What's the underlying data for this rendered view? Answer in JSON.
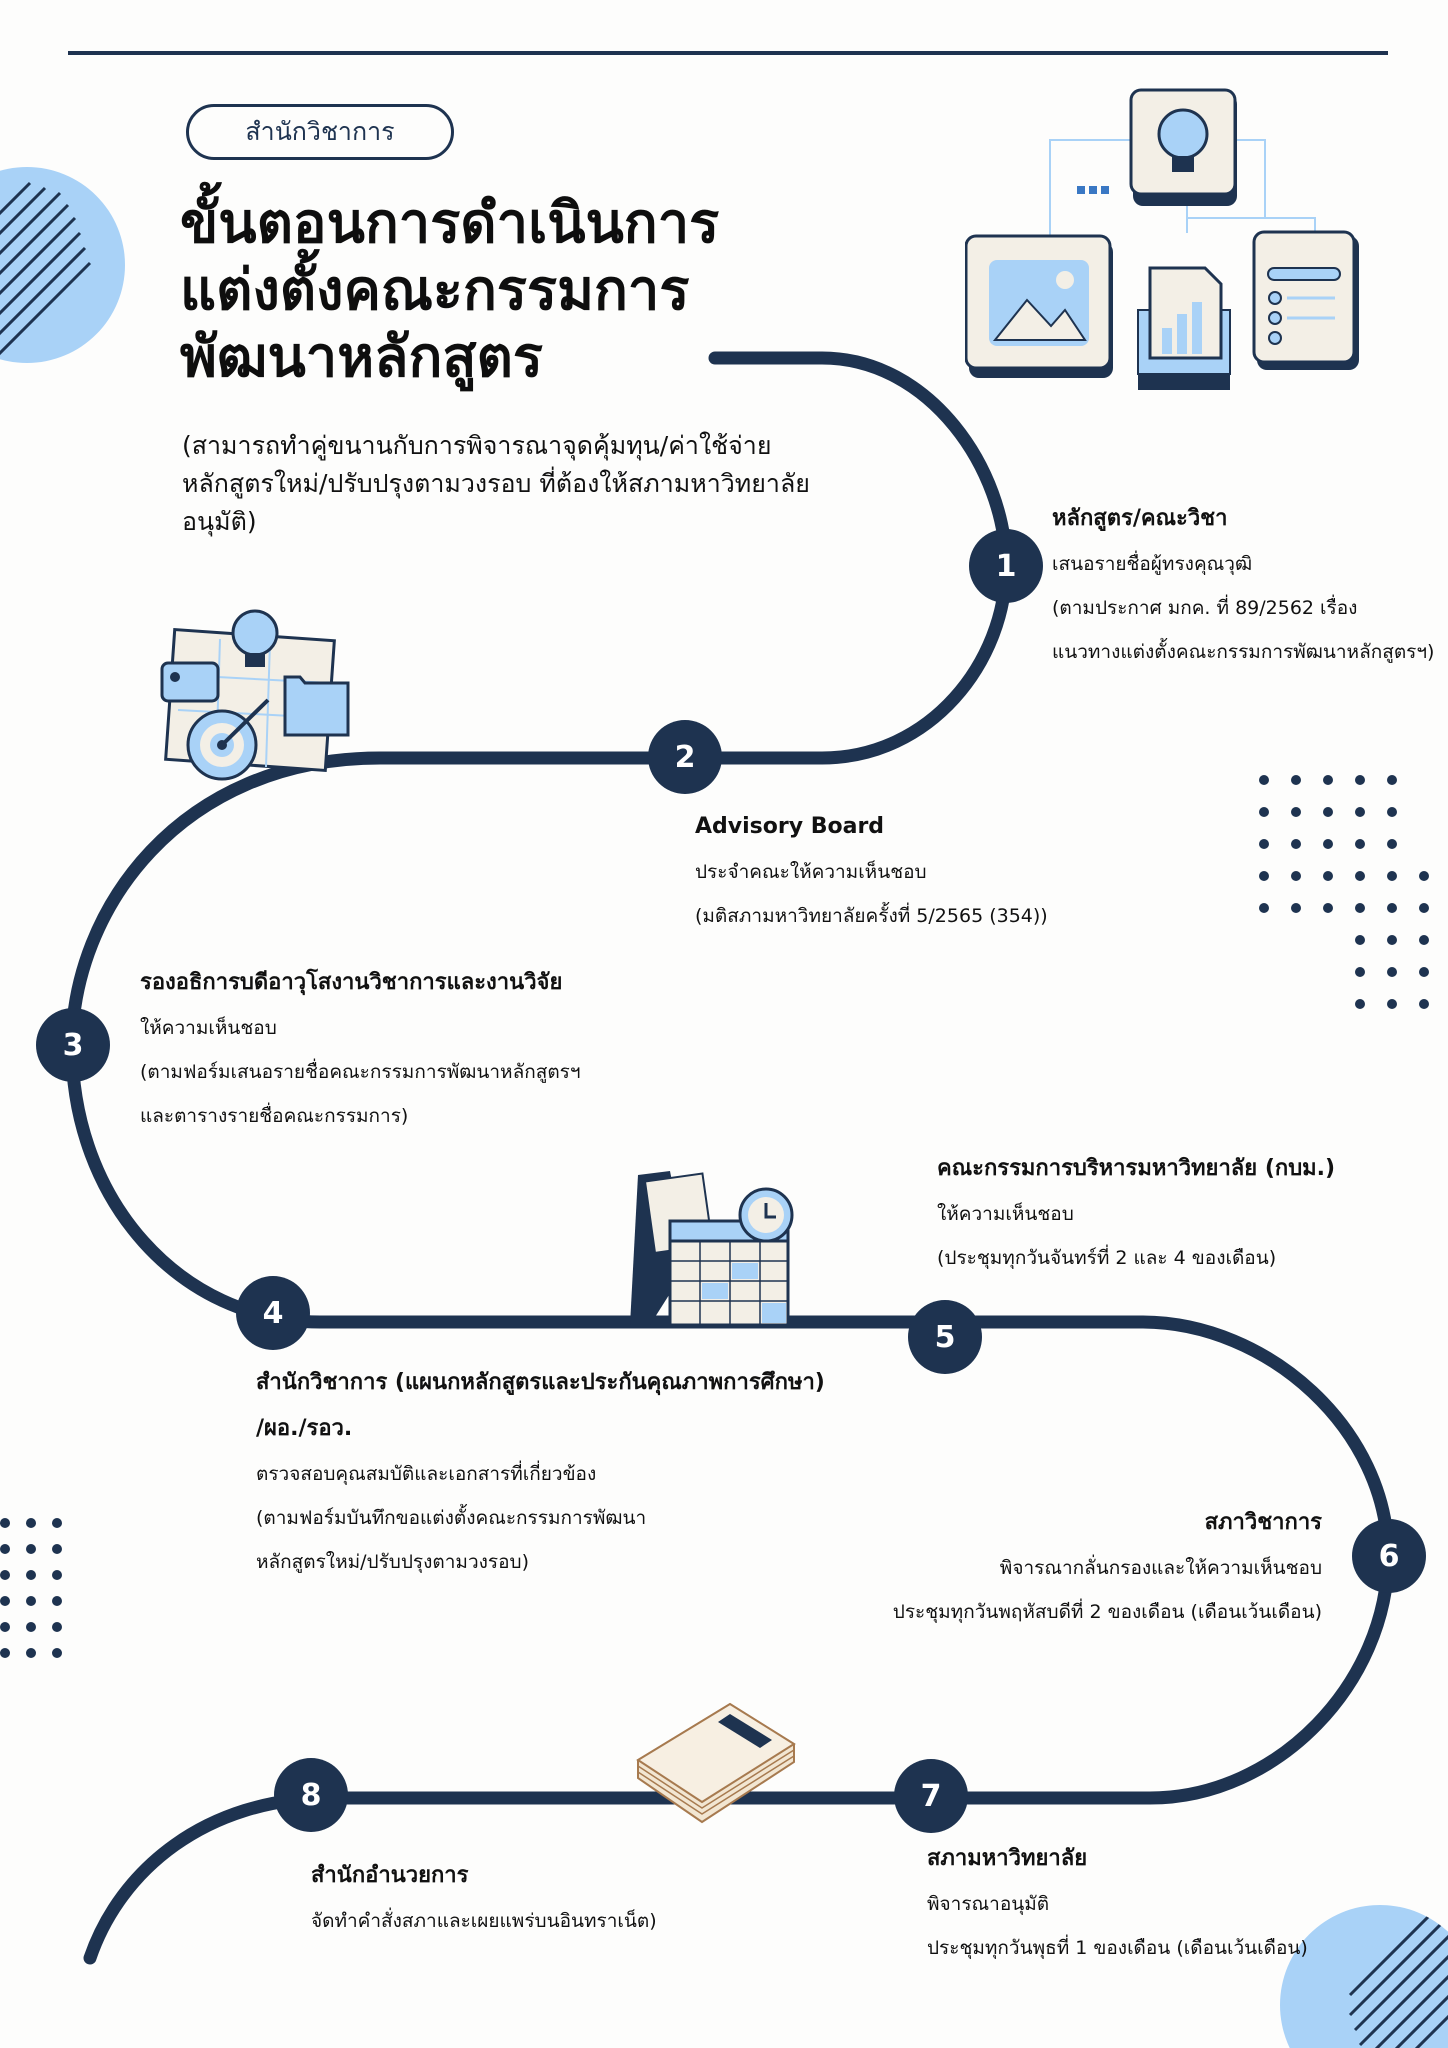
{
  "header": {
    "badge": "สำนักวิชาการ",
    "title": "ขั้นตอนการดำเนินการ\nแต่งตั้งคณะกรรมการ\nพัฒนาหลักสูตร",
    "subtitle": "(สามารถทำคู่ขนานกับการพิจารณาจุดคุ้มทุน/ค่าใช้จ่ายหลักสูตรใหม่/ปรับปรุงตามวงรอบ ที่ต้องให้สภามหาวิทยาลัยอนุมัติ)"
  },
  "steps": [
    {
      "number": "1",
      "title": "หลักสูตร/คณะวิชา",
      "lines": [
        "เสนอรายชื่อผู้ทรงคุณวุฒิ",
        "(ตามประกาศ มกค. ที่ 89/2562 เรื่อง",
        "แนวทางแต่งตั้งคณะกรรมการพัฒนาหลักสูตรฯ)"
      ]
    },
    {
      "number": "2",
      "title": "Advisory Board",
      "lines": [
        "ประจำคณะให้ความเห็นชอบ",
        "(มติสภามหาวิทยาลัยครั้งที่ 5/2565 (354))"
      ]
    },
    {
      "number": "3",
      "title": "รองอธิการบดีอาวุโสงานวิชาการและงานวิจัย",
      "lines": [
        "ให้ความเห็นชอบ",
        "(ตามฟอร์มเสนอรายชื่อคณะกรรมการพัฒนาหลักสูตรฯ",
        "และตารางรายชื่อคณะกรรมการ)"
      ]
    },
    {
      "number": "4",
      "title": "สำนักวิชาการ (แผนกหลักสูตรและประกันคุณภาพการศึกษา)",
      "title2": "/ผอ./รอว.",
      "lines": [
        "ตรวจสอบคุณสมบัติและเอกสารที่เกี่ยวข้อง",
        "(ตามฟอร์มบันทึกขอแต่งตั้งคณะกรรมการพัฒนา",
        "หลักสูตรใหม่/ปรับปรุงตามวงรอบ)"
      ]
    },
    {
      "number": "5",
      "title": "คณะกรรมการบริหารมหาวิทยาลัย (กบม.)",
      "lines": [
        "ให้ความเห็นชอบ",
        "(ประชุมทุกวันจันทร์ที่ 2 และ 4 ของเดือน)"
      ]
    },
    {
      "number": "6",
      "title": "สภาวิชาการ",
      "lines": [
        "พิจารณากลั่นกรองและให้ความเห็นชอบ",
        "ประชุมทุกวันพฤหัสบดีที่ 2 ของเดือน (เดือนเว้นเดือน)"
      ]
    },
    {
      "number": "7",
      "title": "สภามหาวิทยาลัย",
      "lines": [
        "พิจารณาอนุมัติ",
        "ประชุมทุกวันพุธที่ 1 ของเดือน (เดือนเว้นเดือน)"
      ]
    },
    {
      "number": "8",
      "title": "สำนักอำนวยการ",
      "lines": [
        "จัดทำคำสั่งสภาและเผยแพร่บนอินทราเน็ต)"
      ]
    }
  ],
  "colors": {
    "navy": "#1e3350",
    "light_blue": "#a9d2f7",
    "cream": "#f3efe6",
    "paper": "#f2e6d2",
    "brown": "#a77a4f"
  },
  "icons": [
    "lightbulb-icon",
    "image-window-icon",
    "bar-chart-document-icon",
    "checklist-window-icon",
    "target-planning-icon",
    "calendar-clock-icon",
    "paper-stack-icon"
  ]
}
